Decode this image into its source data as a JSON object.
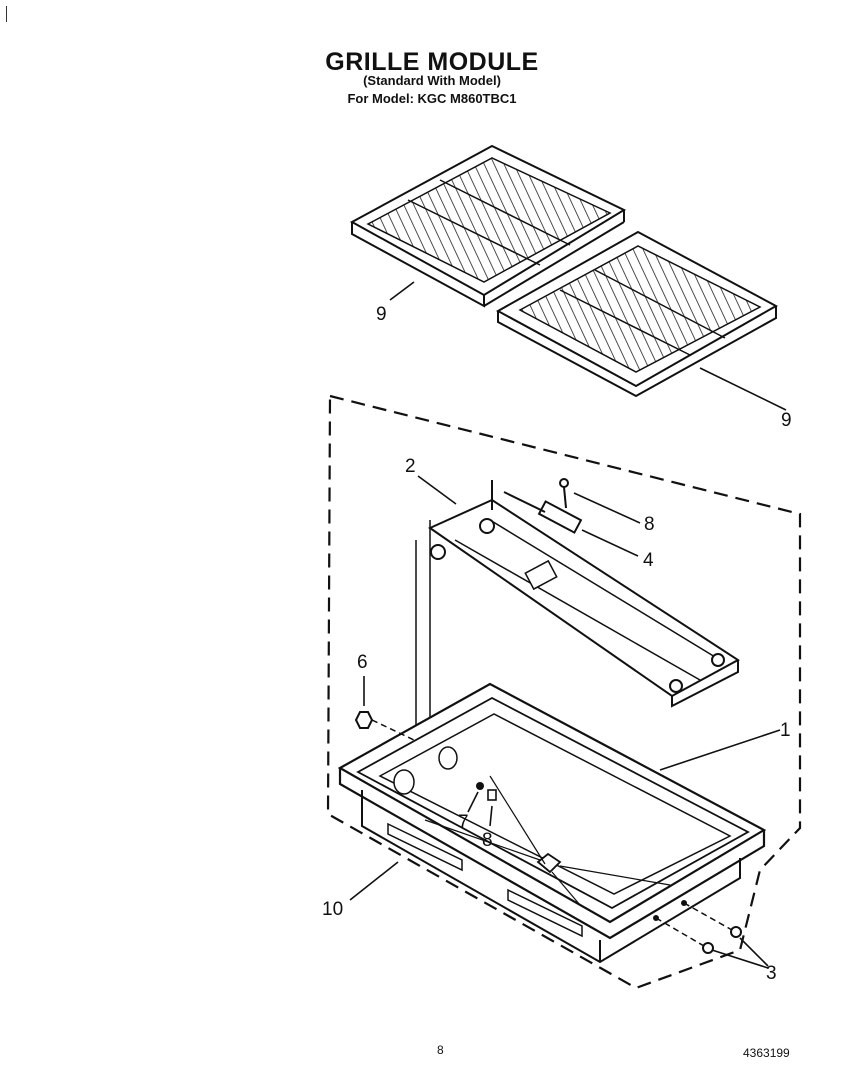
{
  "header": {
    "title": "GRILLE MODULE",
    "subtitle": "(Standard With Model)",
    "model_line": "For Model: KGC M860TBC1"
  },
  "callouts": {
    "grate_left": "9",
    "grate_right": "9",
    "element_assembly": "2",
    "screw_top": "8",
    "element_end": "4",
    "nut_left": "6",
    "pan": "1",
    "clip": "7",
    "screw_bottom": "8",
    "shroud": "10",
    "screws_front": "3"
  },
  "footer": {
    "page_number": "8",
    "document_number": "4363199"
  }
}
